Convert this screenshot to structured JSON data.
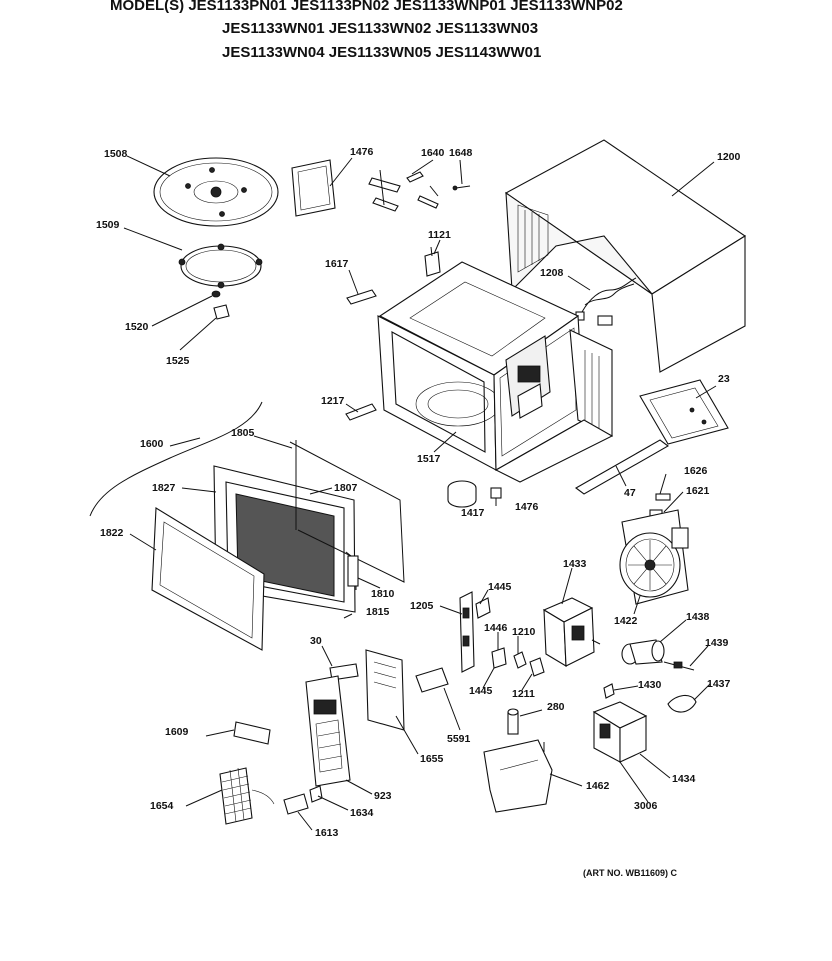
{
  "header": {
    "line1": "MODEL(S) JES1133PN01  JES1133PN02  JES1133WNP01  JES1133WNP02",
    "line2": "JES1133WN01  JES1133WN02  JES1133WN03",
    "line3": "JES1133WN04  JES1133WN05  JES1143WW01"
  },
  "art_number": "(ART NO. WB11609) C",
  "callouts": [
    "1508",
    "1476",
    "1640",
    "1648",
    "1200",
    "1509",
    "1121",
    "1617",
    "1208",
    "1520",
    "1525",
    "23",
    "1217",
    "1600",
    "1805",
    "1517",
    "1827",
    "1807",
    "1417",
    "1476",
    "47",
    "1626",
    "1621",
    "1822",
    "1433",
    "1810",
    "1815",
    "1205",
    "1445",
    "1422",
    "1446",
    "1210",
    "1438",
    "30",
    "1439",
    "1445",
    "1211",
    "1430",
    "1437",
    "5591",
    "280",
    "1609",
    "1655",
    "1654",
    "923",
    "1634",
    "1462",
    "1434",
    "1613",
    "3006"
  ]
}
